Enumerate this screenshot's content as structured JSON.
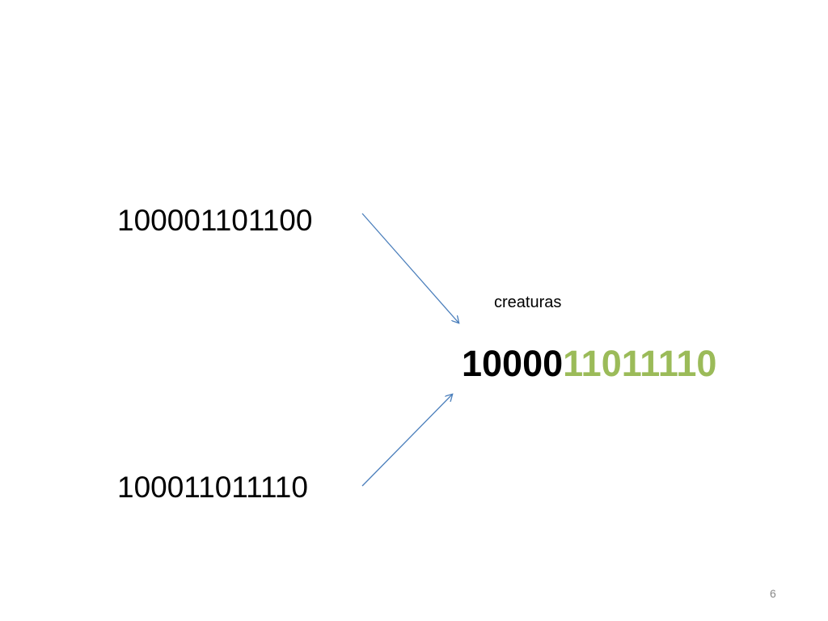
{
  "parents": {
    "top": "100001101100",
    "bottom": "100011011110"
  },
  "child": {
    "label": "creaturas",
    "prefix": "10000",
    "suffix": "11011110"
  },
  "page_number": "6",
  "colors": {
    "arrow": "#4a7ebb",
    "suffix": "#9bbb59",
    "text": "#000000"
  }
}
